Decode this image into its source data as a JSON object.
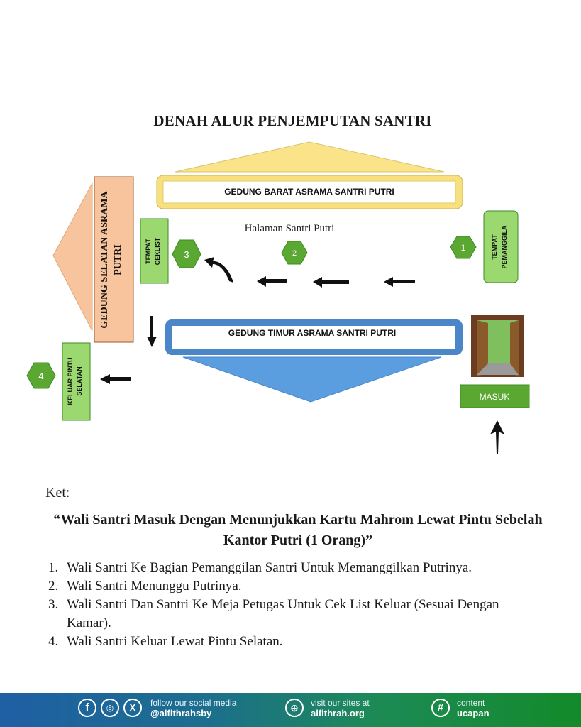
{
  "title": "DENAH ALUR PENJEMPUTAN SANTRI",
  "diagram": {
    "gedung_barat": "GEDUNG BARAT ASRAMA SANTRI PUTRI",
    "gedung_timur": "GEDUNG TIMUR ASRAMA SANTRI PUTRI",
    "gedung_selatan": "GEDUNG SELATAN ASRAMA PUTRI",
    "halaman": "Halaman Santri Putri",
    "tempat_pemanggila": [
      "TEMPAT",
      "PEMANGGILA"
    ],
    "tempat_ceklist": [
      "TEMPAT",
      "CEKLIST"
    ],
    "keluar_pintu": [
      "KELUAR PINTU",
      "SELATAN"
    ],
    "masuk": "MASUK",
    "markers": [
      "1",
      "2",
      "3",
      "4"
    ],
    "colors": {
      "yellow": "#f9e07f",
      "yellow_fill": "#fae388",
      "blue": "#4a86c8",
      "blue_fill": "#5b9ee0",
      "orange": "#f7c49e",
      "green": "#5aa832",
      "green_dark": "#3e8c22",
      "green_light": "#9bd86f"
    }
  },
  "notes": {
    "label": "Ket:",
    "quote": "“Wali Santri Masuk Dengan Menunjukkan Kartu Mahrom Lewat Pintu Sebelah Kantor Putri (1 Orang)”",
    "steps": [
      {
        "num": "1.",
        "text": "Wali Santri Ke Bagian Pemanggilan Santri Untuk Memanggilkan Putrinya."
      },
      {
        "num": "2.",
        "text": "Wali Santri Menunggu Putrinya."
      },
      {
        "num": "3.",
        "text": "Wali Santri Dan Santri Ke Meja Petugas Untuk Cek List Keluar (Sesuai Dengan Kamar)."
      },
      {
        "num": "4.",
        "text": "Wali Santri Keluar Lewat Pintu Selatan."
      }
    ]
  },
  "footer": {
    "social_label": "follow our social media",
    "social_handle": "@alfithrahsby",
    "site_label": "visit our sites at",
    "site_url": "alfithrah.org",
    "content_label": "content",
    "content_value": "ucapan",
    "icons": [
      "facebook-icon",
      "instagram-icon",
      "x-icon",
      "globe-icon",
      "hashtag-icon"
    ]
  }
}
